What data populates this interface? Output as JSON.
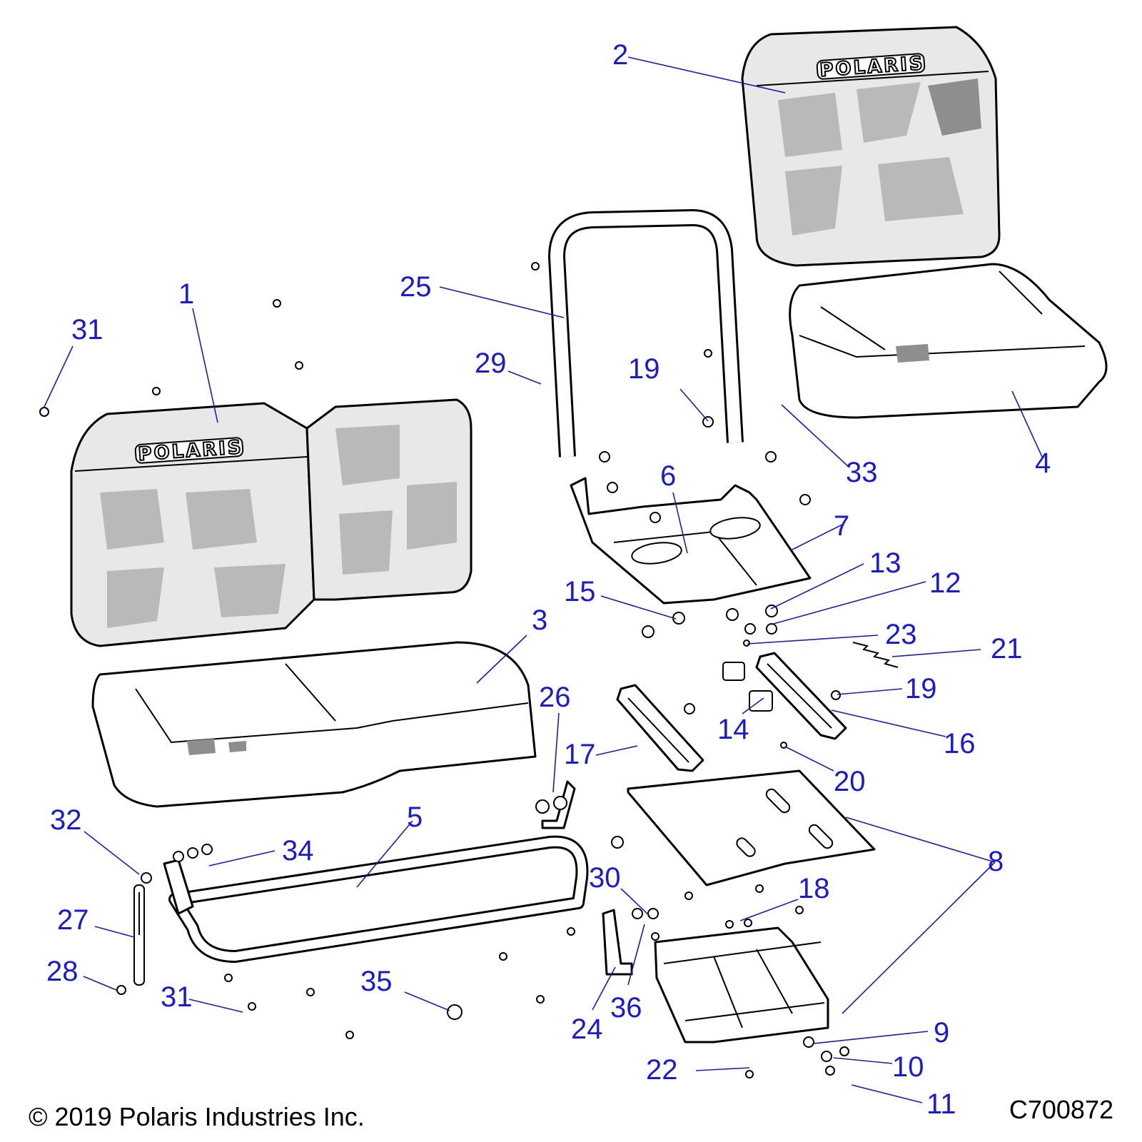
{
  "diagram": {
    "brand_logo": "POLARIS",
    "copyright": "© 2019 Polaris Industries Inc.",
    "drawing_number": "C700872",
    "callouts": [
      {
        "id": "c1",
        "label": "1"
      },
      {
        "id": "c2",
        "label": "2"
      },
      {
        "id": "c3",
        "label": "3"
      },
      {
        "id": "c4",
        "label": "4"
      },
      {
        "id": "c5",
        "label": "5"
      },
      {
        "id": "c6",
        "label": "6"
      },
      {
        "id": "c7",
        "label": "7"
      },
      {
        "id": "c8",
        "label": "8"
      },
      {
        "id": "c9",
        "label": "9"
      },
      {
        "id": "c10",
        "label": "10"
      },
      {
        "id": "c11",
        "label": "11"
      },
      {
        "id": "c12",
        "label": "12"
      },
      {
        "id": "c13",
        "label": "13"
      },
      {
        "id": "c14",
        "label": "14"
      },
      {
        "id": "c15",
        "label": "15"
      },
      {
        "id": "c16",
        "label": "16"
      },
      {
        "id": "c17",
        "label": "17"
      },
      {
        "id": "c18",
        "label": "18"
      },
      {
        "id": "c19a",
        "label": "19"
      },
      {
        "id": "c19b",
        "label": "19"
      },
      {
        "id": "c20",
        "label": "20"
      },
      {
        "id": "c21",
        "label": "21"
      },
      {
        "id": "c22",
        "label": "22"
      },
      {
        "id": "c23",
        "label": "23"
      },
      {
        "id": "c24",
        "label": "24"
      },
      {
        "id": "c25",
        "label": "25"
      },
      {
        "id": "c26",
        "label": "26"
      },
      {
        "id": "c27",
        "label": "27"
      },
      {
        "id": "c28",
        "label": "28"
      },
      {
        "id": "c29",
        "label": "29"
      },
      {
        "id": "c30",
        "label": "30"
      },
      {
        "id": "c31a",
        "label": "31"
      },
      {
        "id": "c31b",
        "label": "31"
      },
      {
        "id": "c32",
        "label": "32"
      },
      {
        "id": "c33",
        "label": "33"
      },
      {
        "id": "c34",
        "label": "34"
      },
      {
        "id": "c35",
        "label": "35"
      },
      {
        "id": "c36",
        "label": "36"
      }
    ]
  }
}
